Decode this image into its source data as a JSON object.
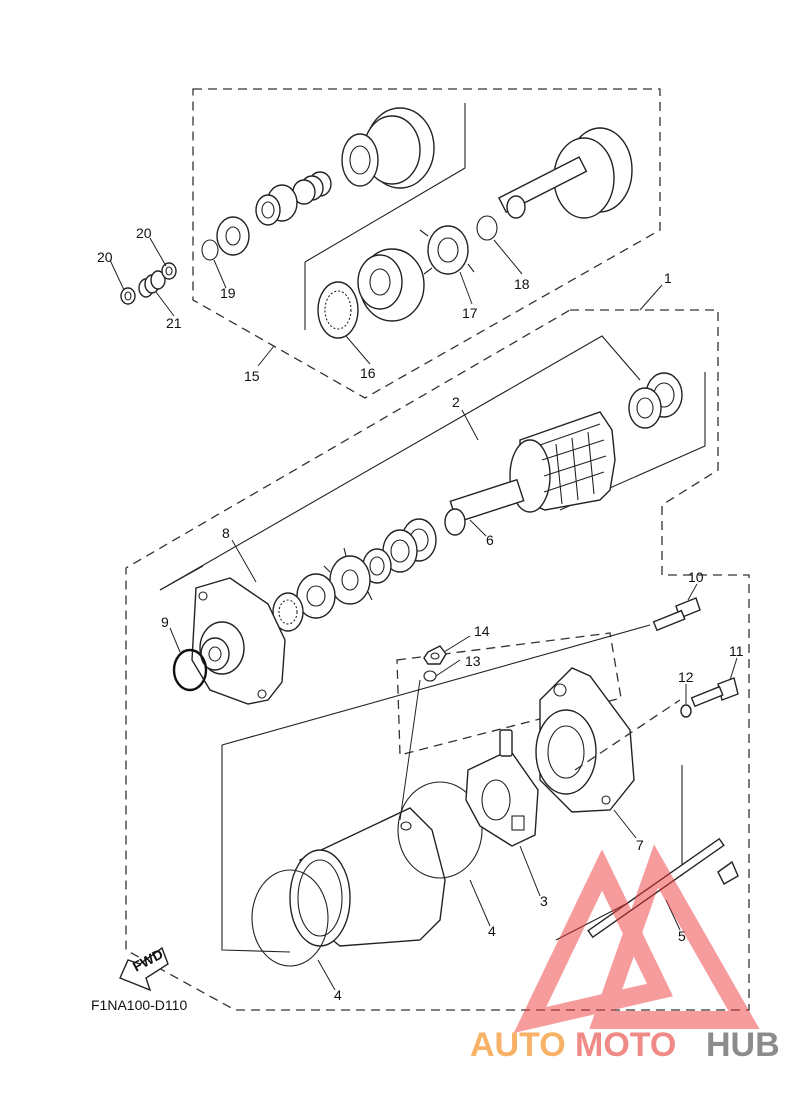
{
  "diagram": {
    "part_numbers": [
      "1",
      "2",
      "3",
      "4",
      "4",
      "5",
      "6",
      "7",
      "8",
      "9",
      "10",
      "11",
      "12",
      "13",
      "14",
      "15",
      "16",
      "17",
      "18",
      "19",
      "20",
      "20",
      "21"
    ],
    "fwd_label": "FWD",
    "diagram_code": "F1NA100-D110"
  },
  "watermark": {
    "text_auto": "AUTO",
    "text_moto": "MOTO",
    "text_hub": "HUB",
    "color_auto": "#f7b267",
    "color_moto": "#f08a86",
    "color_hub": "#8c8c8c",
    "triangle_color": "#ee3b3b"
  }
}
